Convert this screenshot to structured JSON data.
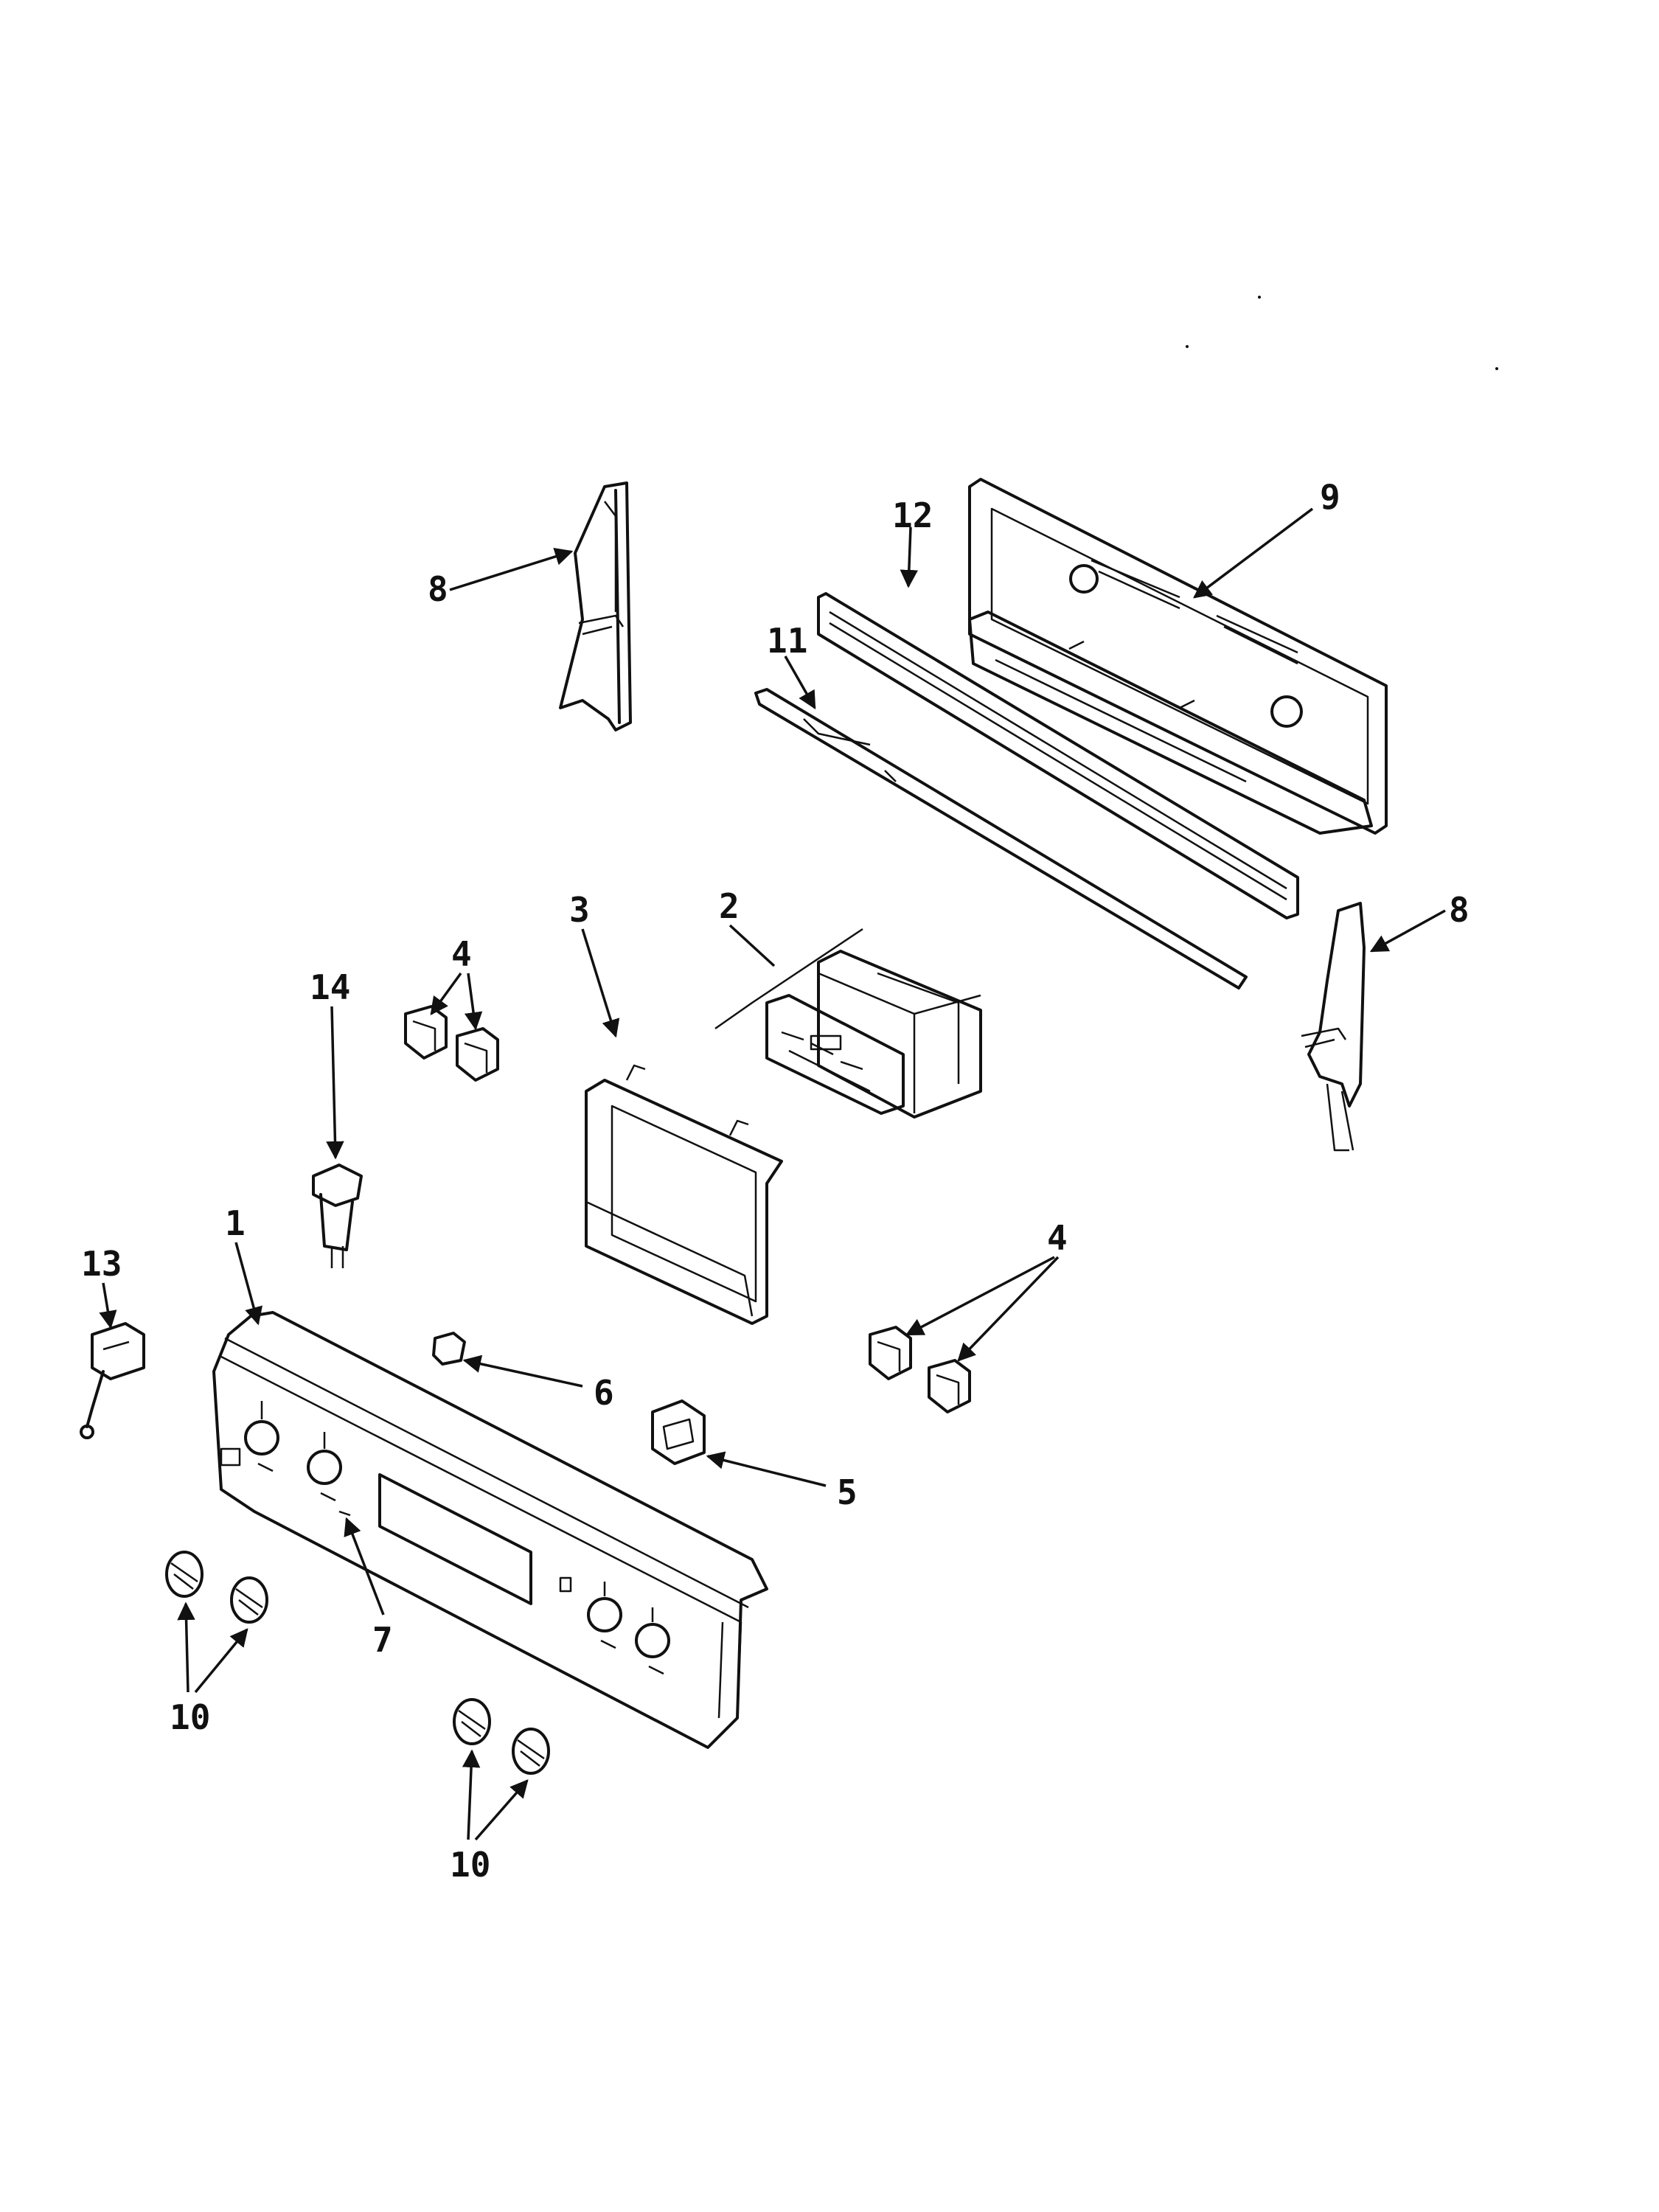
{
  "diagram": {
    "callouts": {
      "c1": "1",
      "c2": "2",
      "c3": "3",
      "c4a": "4",
      "c4b": "4",
      "c5": "5",
      "c6": "6",
      "c7": "7",
      "c8a": "8",
      "c8b": "8",
      "c9": "9",
      "c10a": "10",
      "c10b": "10",
      "c11": "11",
      "c12": "12",
      "c13": "13",
      "c14": "14"
    }
  }
}
